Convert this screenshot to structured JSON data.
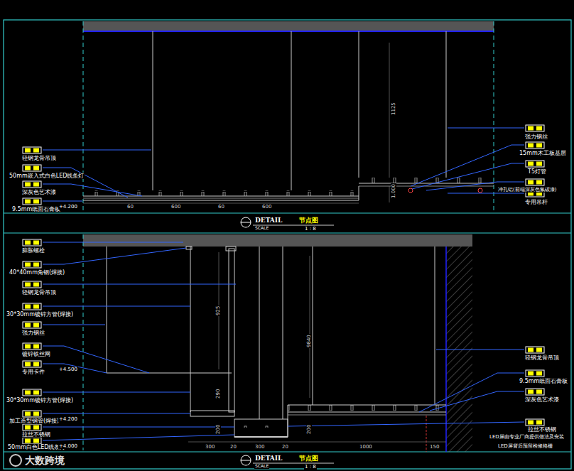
{
  "diagram": {
    "labels": [
      "轻钢龙骨吊顶",
      "50mm嵌入式白色LED线条灯",
      "深灰色艺术漆",
      "9.5mm纸面石膏板",
      "+4.200",
      "强力钢丝",
      "15mm木工板基层",
      "T5灯管",
      "冲孔铝(前端深灰色氟碳漆)",
      "专用吊杆",
      "1125",
      "1.000",
      "60",
      "600",
      "60",
      "600",
      "DETAIL",
      "节点图",
      "SCALE",
      "1 : 8",
      "膨胀螺栓",
      "40*40mm角钢(焊接)",
      "轻钢龙骨吊顶",
      "30*30mm镀锌方管(焊接)",
      "强力钢丝",
      "镀锌铁丝网",
      "专用卡件",
      "+4.500",
      "30*30mm镀锌方管(焊接)",
      "加工造型钢管(焊接)",
      "+4.200",
      "拉丝不锈钢",
      "50mm白色LED线条灯",
      "+4.000",
      "轻钢龙骨吊顶",
      "9.5mm纸面石膏板",
      "深灰色艺术漆",
      "拉丝不锈钢",
      "LED屏由专业厂商提供做法及安装",
      "LED屏背后预留检修格栅",
      "925",
      "9840",
      "290",
      "200",
      "200",
      "300",
      "20",
      "300",
      "20",
      "1000",
      "150",
      "DETAIL",
      "节点图",
      "SCALE",
      "1 : 8",
      "大数跨境"
    ]
  }
}
